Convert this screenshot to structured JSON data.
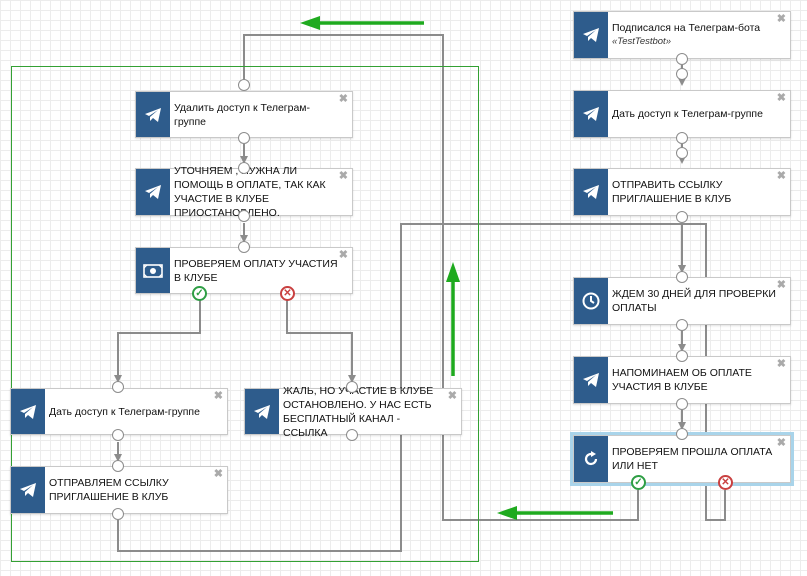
{
  "nodes": {
    "n1": {
      "title": "Подписался на Телеграм-бота",
      "subtitle": "«TestTestbot»"
    },
    "n2": {
      "title": "Дать доступ к Телеграм-группе"
    },
    "n3": {
      "title": "ОТПРАВИТЬ ССЫЛКУ ПРИГЛАШЕНИЕ В КЛУБ"
    },
    "n4": {
      "title": "ЖДЕМ 30 ДНЕЙ ДЛЯ ПРОВЕРКИ ОПЛАТЫ"
    },
    "n5": {
      "title": "НАПОМИНАЕМ ОБ ОПЛАТЕ УЧАСТИЯ В КЛУБЕ"
    },
    "n6": {
      "title": "ПРОВЕРЯЕМ ПРОШЛА ОПЛАТА ИЛИ НЕТ"
    },
    "n7": {
      "title": "Удалить доступ к Телеграм-группе"
    },
    "n8": {
      "title": "УТОЧНЯЕМ , НУЖНА ЛИ ПОМОЩЬ В ОПЛАТЕ, ТАК КАК УЧАСТИЕ В КЛУБЕ ПРИОСТАНОВЛЕНО."
    },
    "n9": {
      "title": "ПРОВЕРЯЕМ ОПЛАТУ УЧАСТИЯ В КЛУБЕ"
    },
    "n10": {
      "title": "Дать доступ к Телеграм-группе"
    },
    "n11": {
      "title": "ОТПРАВЛЯЕМ ССЫЛКУ ПРИГЛАШЕНИЕ В КЛУБ"
    },
    "n12": {
      "title": "ЖАЛЬ, НО УЧАСТИЕ В КЛУБЕ ОСТАНОВЛЕНО. У НАС ЕСТЬ БЕСПЛАТНЫЙ КАНАЛ - ССЫЛКА"
    }
  },
  "ui": {
    "close_glyph": "✖",
    "yes_glyph": "✓",
    "no_glyph": "✕"
  },
  "icons": {
    "telegram": "telegram-icon",
    "money": "money-icon",
    "clock": "clock-icon",
    "refresh": "refresh-icon"
  },
  "colors": {
    "node_icon_bg": "#2e5c8c",
    "connector": "#8c8c8c",
    "annotation_arrow": "#1faa1f",
    "group_frame": "#33a033",
    "yes": "#2e9e44",
    "no": "#c94040"
  }
}
